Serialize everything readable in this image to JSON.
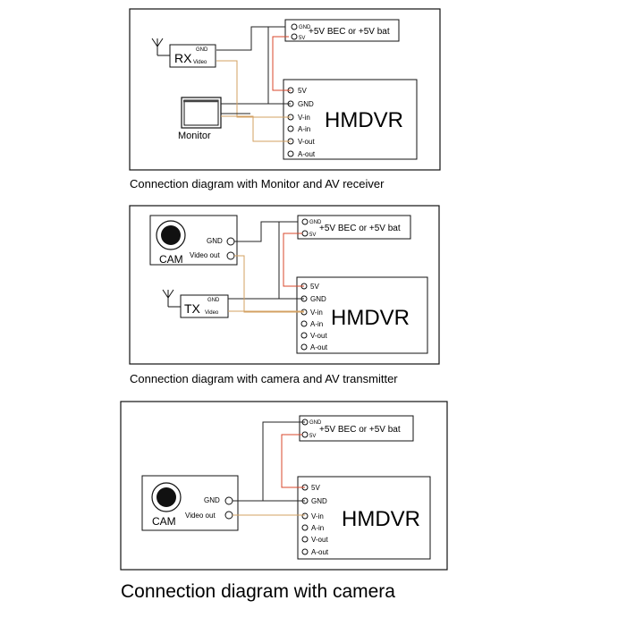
{
  "colors": {
    "line": "#111111",
    "power_wire": "#d9472b",
    "video_wire": "#d3a062",
    "ground_wire": "#222222"
  },
  "pins": {
    "gnd_small": "GND",
    "fivev_small": "5V",
    "video_small": "Video",
    "hm_5v": "5V",
    "hm_gnd": "GND",
    "hm_vin": "V-in",
    "hm_ain": "A-in",
    "hm_vout": "V-out",
    "hm_aout": "A-out",
    "cam_gnd": "GND",
    "cam_video": "Video out"
  },
  "labels": {
    "bec": "+5V BEC or +5V bat",
    "hmdvr": "HMDVR",
    "rx": "RX",
    "tx": "TX",
    "cam": "CAM",
    "monitor": "Monitor"
  },
  "captions": {
    "d1": "Connection diagram with Monitor and AV receiver",
    "d2": "Connection diagram with camera and AV transmitter",
    "d3": "Connection diagram with camera"
  },
  "icons": {
    "antenna": "antenna-icon",
    "lens": "camera-lens-icon",
    "pin": "pin-circle-icon"
  }
}
